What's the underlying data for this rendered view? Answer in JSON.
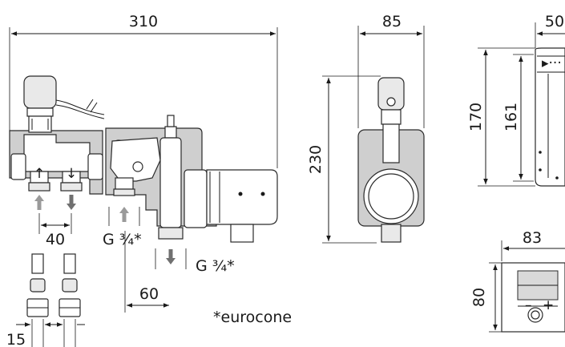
{
  "dimensions": {
    "front_width": "310",
    "side_width": "85",
    "side_height": "230",
    "cover_width": "50",
    "cover_height": "170",
    "cover_inner_height": "161",
    "connection_spacing": "40",
    "outlet_offset": "60",
    "bottom_width": "83",
    "bottom_height": "80",
    "pipe_size": "15"
  },
  "labels": {
    "inlet_thread": "G ¾*",
    "outlet_thread": "G ¾*",
    "footnote": "*eurocone"
  },
  "colors": {
    "insulation_grey": "#cfcfcf",
    "flow_arrow_grey": "#9a9a9a",
    "flow_arrow_dark": "#707070",
    "line": "#1a1a1a"
  }
}
